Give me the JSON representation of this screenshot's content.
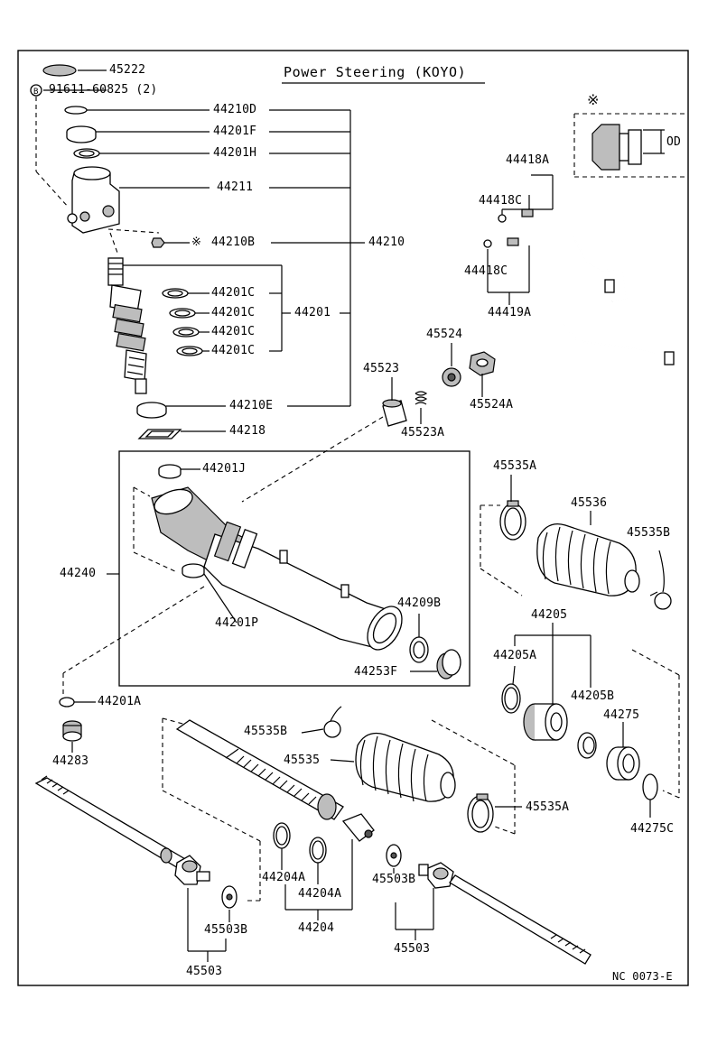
{
  "title": "Power Steering (KOYO)",
  "drawing_code": "NC 0073-E",
  "marker_symbol": "※",
  "od_label": "OD",
  "bolt_mark": "B",
  "labels": {
    "p45222": "45222",
    "p91611": "91611-60825 (2)",
    "p44210D": "44210D",
    "p44201F": "44201F",
    "p44201H": "44201H",
    "p44211": "44211",
    "p44210B": "44210B",
    "p44210": "44210",
    "p44201C_1": "44201C",
    "p44201C_2": "44201C",
    "p44201C_3": "44201C",
    "p44201C_4": "44201C",
    "p44201": "44201",
    "p44210E": "44210E",
    "p44218": "44218",
    "p44418A": "44418A",
    "p44418C_1": "44418C",
    "p44418C_2": "44418C",
    "p44419A": "44419A",
    "p45524": "45524",
    "p45523": "45523",
    "p45524A": "45524A",
    "p45523A": "45523A",
    "p44201J": "44201J",
    "p44240": "44240",
    "p44201P": "44201P",
    "p44209B": "44209B",
    "p44253F": "44253F",
    "p45535A_1": "45535A",
    "p45536": "45536",
    "p45535B_1": "45535B",
    "p44205": "44205",
    "p44205A": "44205A",
    "p44205B": "44205B",
    "p44275": "44275",
    "p44275C": "44275C",
    "p44201A": "44201A",
    "p44283": "44283",
    "p45535B_2": "45535B",
    "p45535": "45535",
    "p45535A_2": "45535A",
    "p44204A_1": "44204A",
    "p44204A_2": "44204A",
    "p44204": "44204",
    "p45503B_1": "45503B",
    "p45503_1": "45503",
    "p45503B_2": "45503B",
    "p45503_2": "45503"
  }
}
